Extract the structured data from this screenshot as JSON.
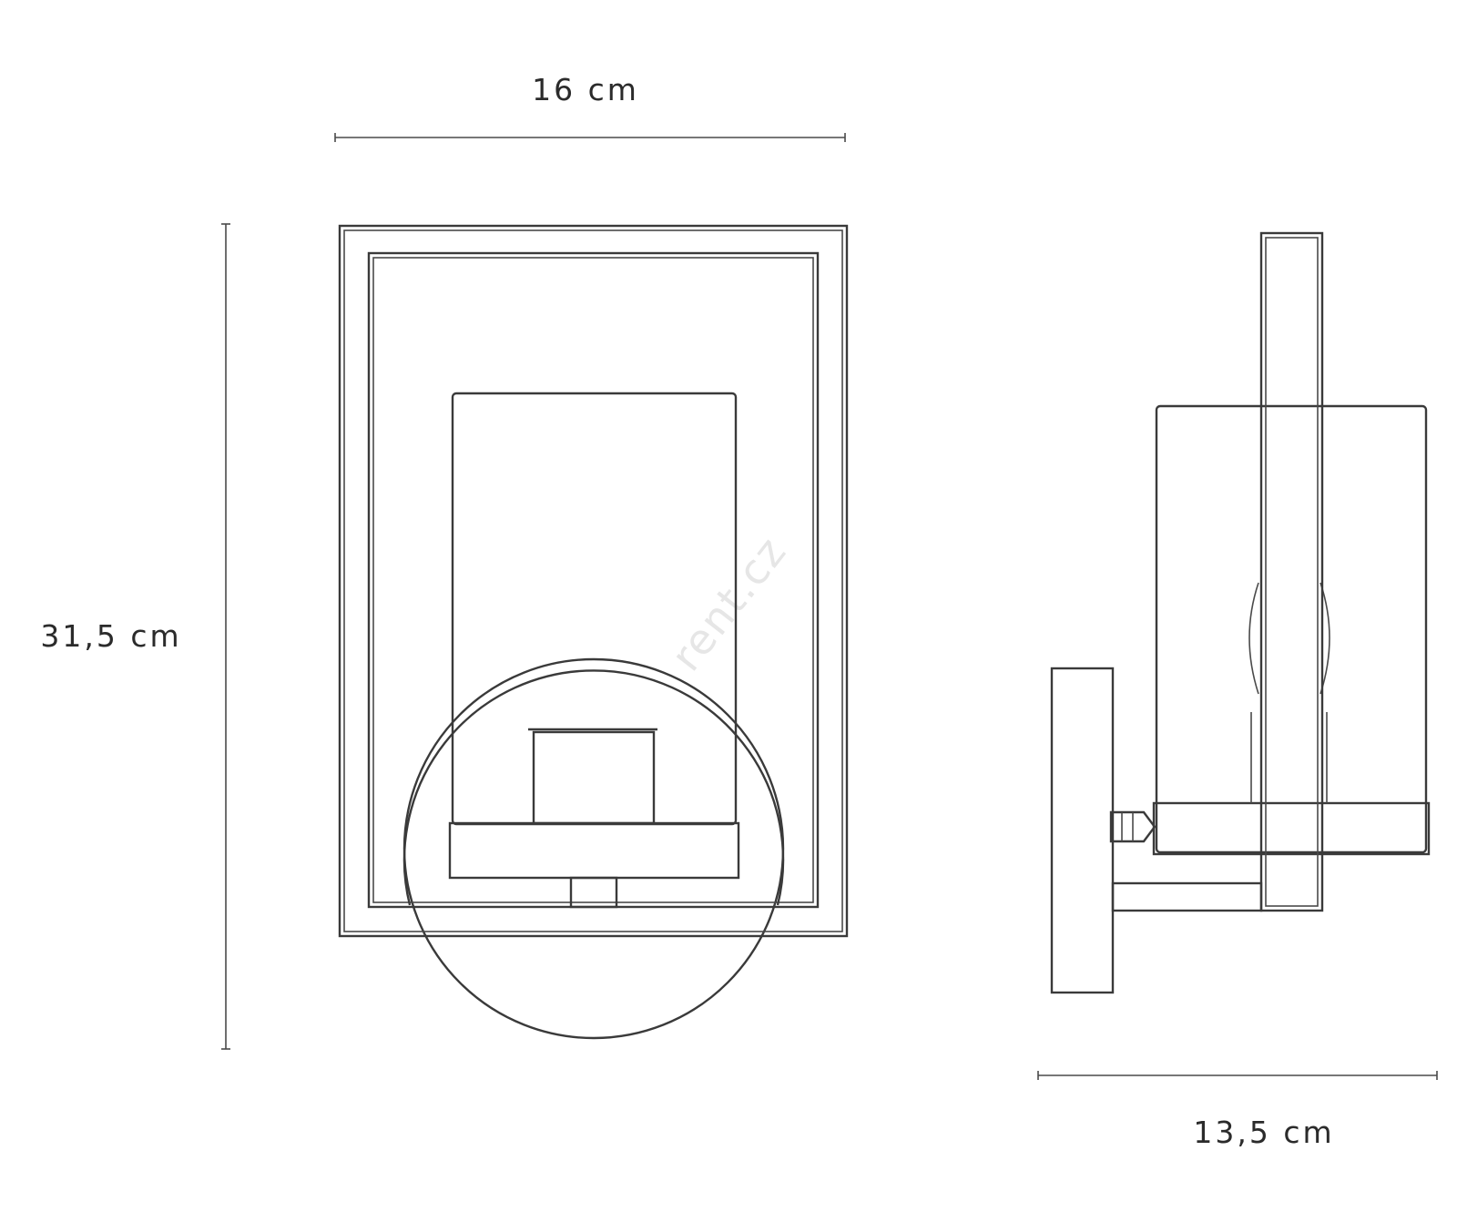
{
  "dimensions": {
    "width_label": "16 cm",
    "height_label": "31,5 cm",
    "depth_label": "13,5 cm"
  },
  "watermark": "rent.cz",
  "colors": {
    "line": "#3a3a3a",
    "text": "#2b2b2b",
    "background": "#ffffff"
  }
}
